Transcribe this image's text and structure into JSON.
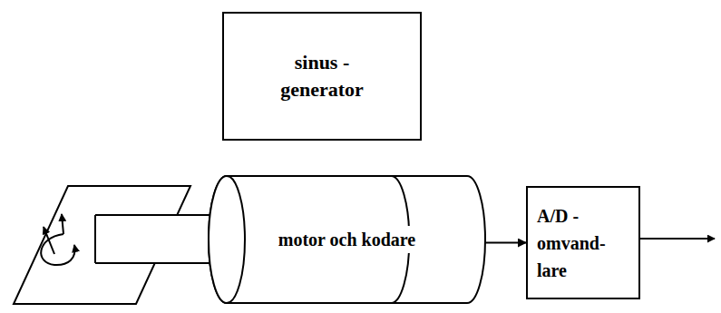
{
  "diagram": {
    "nodes": [
      {
        "text": [
          "sinus - generator"
        ]
      },
      {
        "text": [
          "motor och kodare"
        ]
      },
      {
        "text": [
          "A/D - omvand- lare"
        ]
      }
    ],
    "edges": [
      {
        "from": 1,
        "to": 2,
        "arrow": "to"
      }
    ]
  }
}
